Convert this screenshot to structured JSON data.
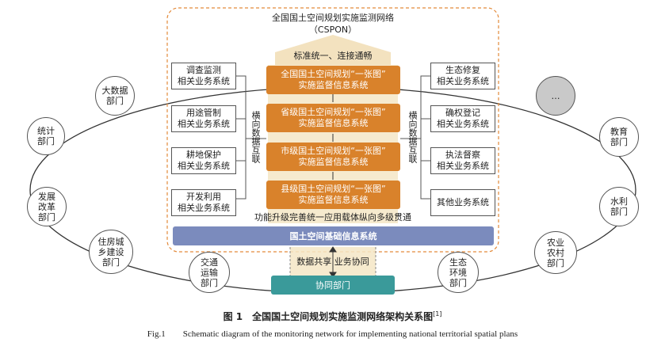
{
  "title_cn": "全国国土空间规划实施监测网络",
  "title_en": "（CSPON）",
  "standard_label": "标准统一、连接通畅",
  "left_boxes": [
    "调查监测\n相关业务系统",
    "用途管制\n相关业务系统",
    "耕地保护\n相关业务系统",
    "开发利用\n相关业务系统"
  ],
  "right_boxes": [
    "生态修复\n相关业务系统",
    "确权登记\n相关业务系统",
    "执法督察\n相关业务系统",
    "其他业务系统"
  ],
  "center_boxes": [
    "全国国土空间规划“一张图”\n实施监督信息系统",
    "省级国土空间规划“一张图”\n实施监督信息系统",
    "市级国土空间规划“一张图”\n实施监督信息系统",
    "县级国土空间规划“一张图”\n实施监督信息系统"
  ],
  "horizontal_link": "横向数据互联",
  "bottom_function_label": "功能升级完善统一应用载体纵向多级贯通",
  "foundation_bar": "国土空间基础信息系统",
  "data_share_label": "数据共享  业务协同",
  "coop_dept": "协同部门",
  "circles": {
    "big_data": "大数据\n部门",
    "statistics": "统计\n部门",
    "development_reform": "发展\n改革\n部门",
    "housing": "住房城\n乡建设\n部门",
    "transport": "交通\n运输\n部门",
    "ecology": "生态\n环境\n部门",
    "agriculture": "农业\n农村\n部门",
    "water": "水利\n部门",
    "education": "教育\n部门",
    "more": "…"
  },
  "caption_cn": "图 1　全国国土空间规划实施监测网络架构关系图",
  "caption_ref": "[1]",
  "caption_en": "Fig.1　　Schematic diagram of the monitoring network for implementing national territorial spatial plans"
}
